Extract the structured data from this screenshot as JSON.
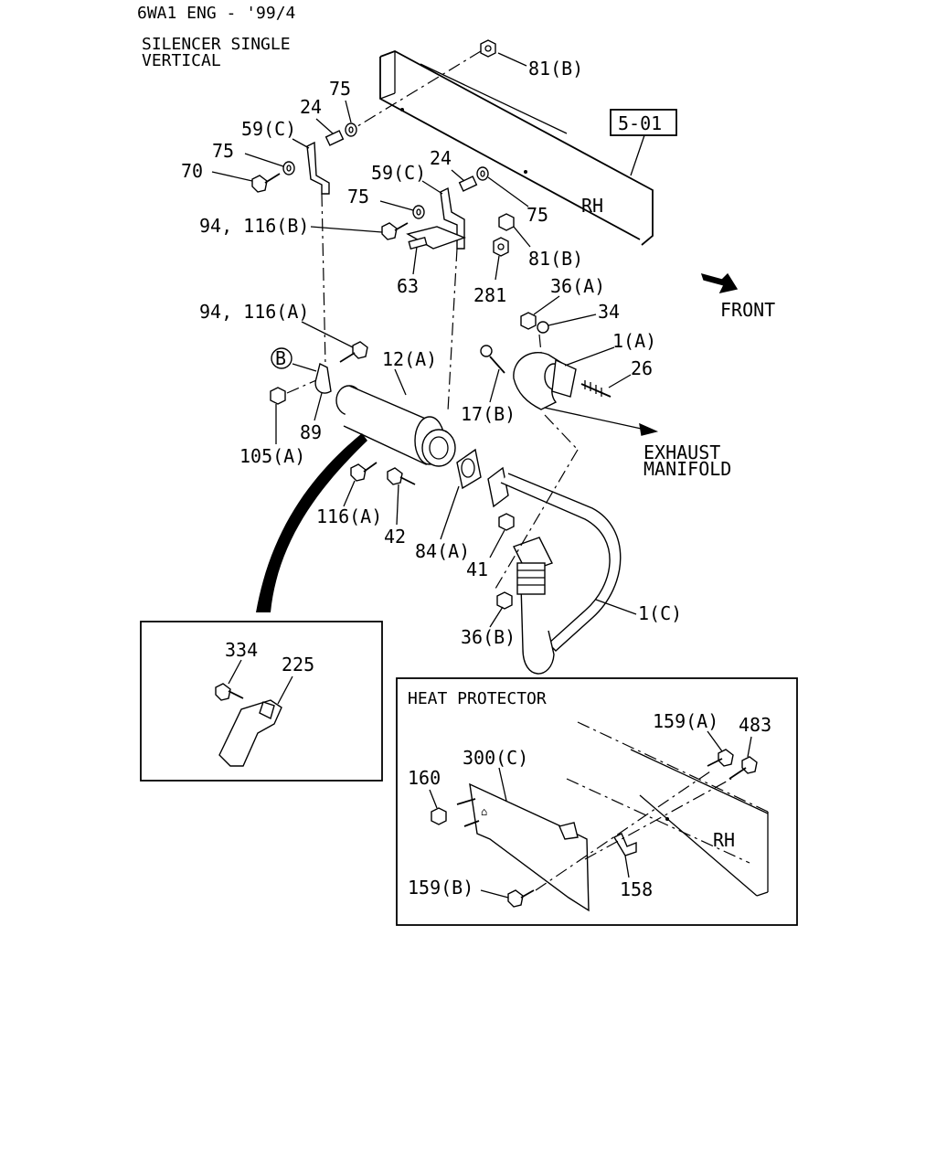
{
  "header": {
    "engine": "6WA1 ENG - '99/4",
    "variant_line1": "SILENCER SINGLE",
    "variant_line2": "VERTICAL"
  },
  "callouts": {
    "c81b_top": "81(B)",
    "c501": "5-01",
    "c75_a": "75",
    "c24_a": "24",
    "c59c_a": "59(C)",
    "c75_b": "75",
    "c70": "70",
    "c59c_b": "59(C)",
    "c24_b": "24",
    "c75_c": "75",
    "c75_d": "75",
    "rh_top": "RH",
    "c94_116b": "94, 116(B)",
    "c81b_mid": "81(B)",
    "c63": "63",
    "c281": "281",
    "c36a": "36(A)",
    "c34": "34",
    "front": "FRONT",
    "c94_116a": "94, 116(A)",
    "c1a": "1(A)",
    "c26": "26",
    "cB": "B",
    "c12a": "12(A)",
    "c89": "89",
    "c17b": "17(B)",
    "c105a": "105(A)",
    "exhaust_line1": "EXHAUST",
    "exhaust_line2": "MANIFOLD",
    "c116a": "116(A)",
    "c42": "42",
    "c84a": "84(A)",
    "c41": "41",
    "c1c": "1(C)",
    "c36b": "36(B)",
    "c334": "334",
    "c225": "225"
  },
  "heat_protector": {
    "title": "HEAT PROTECTOR",
    "c159a": "159(A)",
    "c483": "483",
    "c300c": "300(C)",
    "c160": "160",
    "rh": "RH",
    "c159b": "159(B)",
    "c158": "158"
  }
}
